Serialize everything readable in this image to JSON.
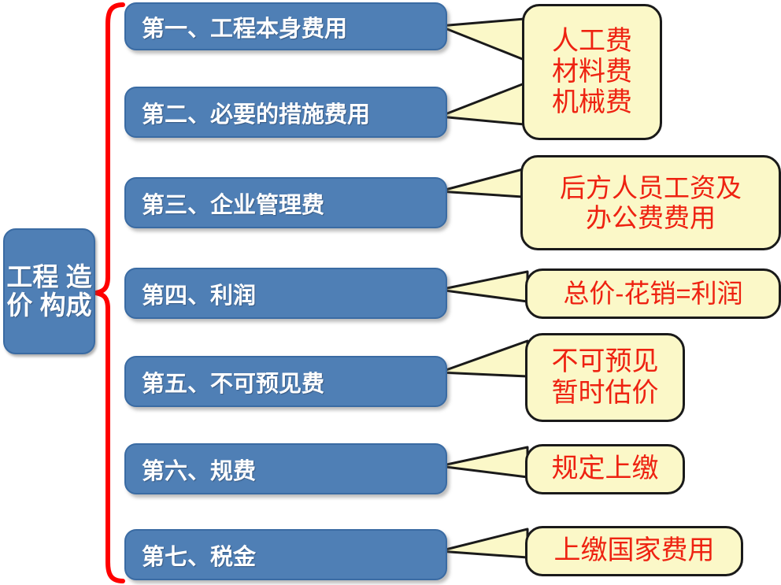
{
  "diagram": {
    "title": "工程造价构成",
    "root": {
      "label": "工程\n造价\n构成"
    },
    "colors": {
      "node_blue": "#4f7fb5",
      "node_blue_border": "#3a6ba3",
      "callout_yellow": "#fbf8c8",
      "callout_border": "#1a1a1a",
      "callout_text_red": "#ee2211",
      "brace_red": "#ff0000",
      "node_text": "#ffffff"
    },
    "items": [
      {
        "label": "第一、工程本身费用"
      },
      {
        "label": "第二、必要的措施费用"
      },
      {
        "label": "第三、企业管理费"
      },
      {
        "label": "第四、利润"
      },
      {
        "label": "第五、不可预见费"
      },
      {
        "label": "第六、规费"
      },
      {
        "label": "第七、税金"
      }
    ],
    "callouts": [
      {
        "label": "人工费\n材料费\n机械费"
      },
      {
        "label": "后方人员工资及\n办公费费用"
      },
      {
        "label": "总价-花销=利润"
      },
      {
        "label": "不可预见\n暂时估价"
      },
      {
        "label": "规定上缴"
      },
      {
        "label": "上缴国家费用"
      }
    ]
  }
}
